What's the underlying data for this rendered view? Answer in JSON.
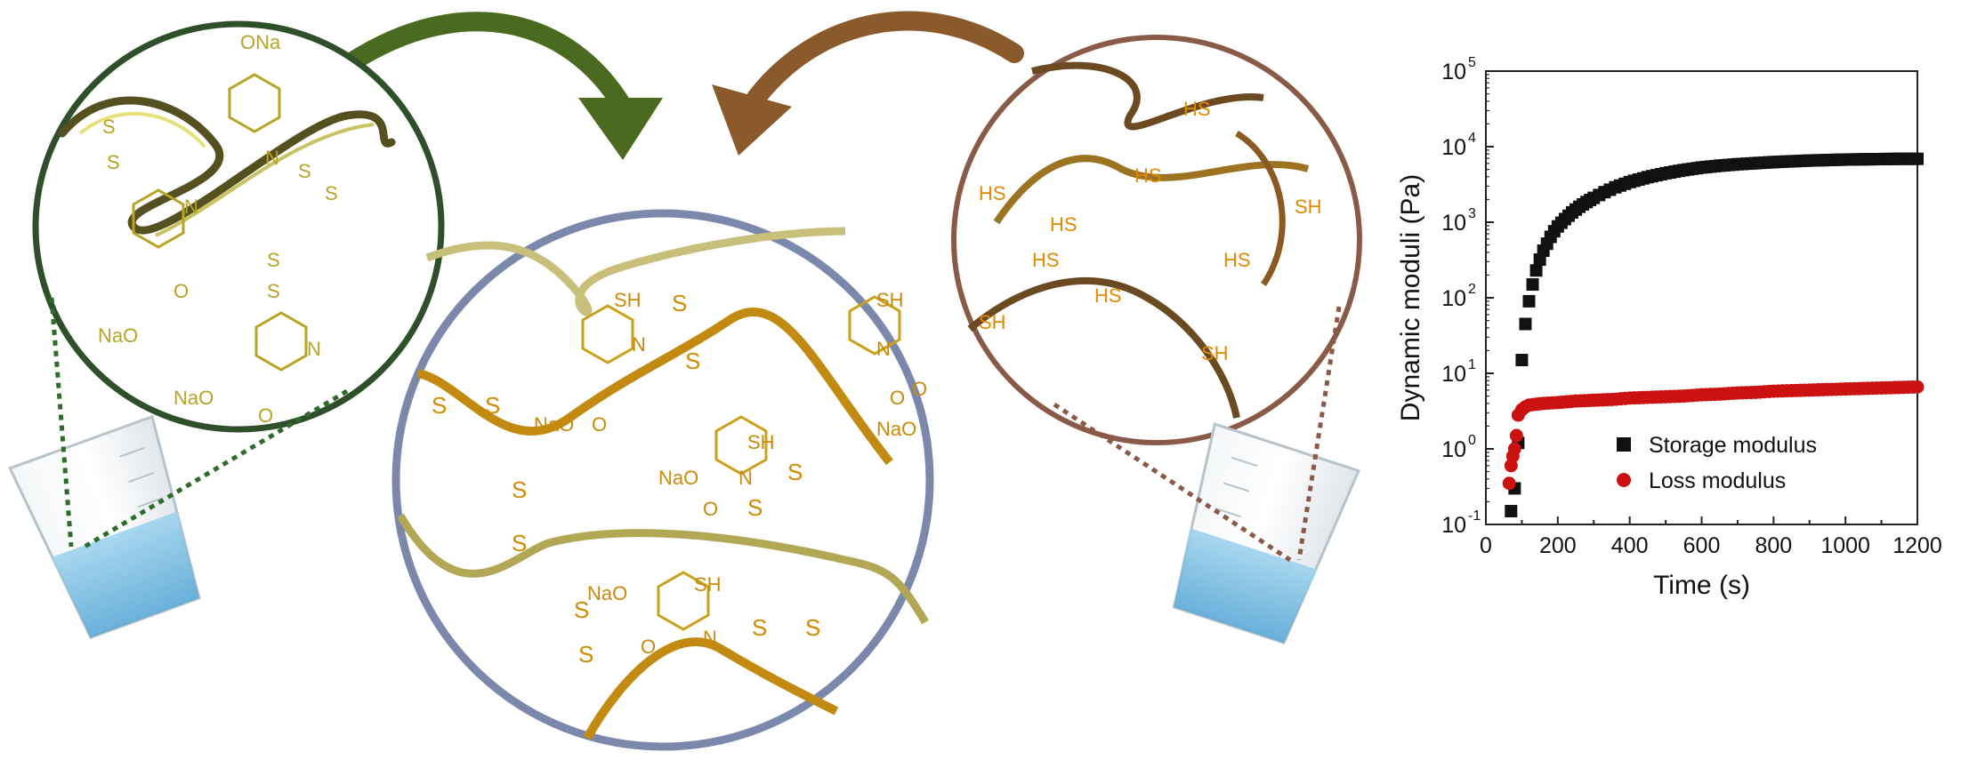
{
  "illustration": {
    "left_circle_labels": [
      "ONa",
      "S",
      "S",
      "N",
      "S",
      "S",
      "N",
      "NaO",
      "O",
      "S",
      "S",
      "N",
      "NaO",
      "O"
    ],
    "center_circle_labels": [
      "SH",
      "S",
      "S",
      "S",
      "S",
      "N",
      "NaO",
      "O",
      "SH",
      "N",
      "O",
      "NaO",
      "O",
      "S",
      "S",
      "S",
      "S",
      "SH",
      "N",
      "O",
      "NaO",
      "S",
      "S",
      "S",
      "S",
      "SH",
      "N",
      "O",
      "NaO"
    ],
    "right_circle_labels": [
      "HS",
      "HS",
      "HS",
      "SH",
      "HS",
      "HS",
      "HS",
      "SH",
      "HS",
      "SH"
    ]
  },
  "chart_data": {
    "type": "scatter",
    "title": "",
    "xlabel": "Time (s)",
    "ylabel": "Dynamic moduli (Pa)",
    "xlim": [
      0,
      1200
    ],
    "ylim_log10": [
      -1,
      5
    ],
    "yscale": "log",
    "x_ticks": [
      "0",
      "200",
      "400",
      "600",
      "800",
      "1000",
      "1200"
    ],
    "y_ticks": [
      {
        "base": "10",
        "exp": "-1"
      },
      {
        "base": "10",
        "exp": "0"
      },
      {
        "base": "10",
        "exp": "1"
      },
      {
        "base": "10",
        "exp": "2"
      },
      {
        "base": "10",
        "exp": "3"
      },
      {
        "base": "10",
        "exp": "4"
      },
      {
        "base": "10",
        "exp": "5"
      }
    ],
    "legend_position": "bottom-right",
    "series": [
      {
        "name": "Storage modulus",
        "color": "#111111",
        "marker": "square",
        "x": [
          70,
          80,
          90,
          100,
          110,
          120,
          130,
          140,
          150,
          160,
          170,
          180,
          190,
          200,
          220,
          240,
          260,
          280,
          300,
          330,
          360,
          400,
          450,
          500,
          550,
          600,
          650,
          700,
          750,
          800,
          850,
          900,
          950,
          1000,
          1050,
          1100,
          1150,
          1200
        ],
        "y": [
          0.15,
          0.3,
          1.2,
          15,
          45,
          90,
          150,
          230,
          320,
          420,
          520,
          640,
          760,
          880,
          1100,
          1350,
          1600,
          1850,
          2100,
          2500,
          2900,
          3400,
          3950,
          4450,
          4900,
          5300,
          5600,
          5850,
          6050,
          6250,
          6400,
          6550,
          6650,
          6750,
          6800,
          6850,
          6900,
          6900
        ]
      },
      {
        "name": "Loss modulus",
        "color": "#cc1111",
        "marker": "circle",
        "x": [
          65,
          70,
          75,
          80,
          85,
          90,
          100,
          110,
          120,
          140,
          160,
          200,
          250,
          300,
          350,
          400,
          450,
          500,
          550,
          600,
          650,
          700,
          750,
          800,
          850,
          900,
          950,
          1000,
          1050,
          1100,
          1150,
          1200
        ],
        "y": [
          0.35,
          0.6,
          0.8,
          1.0,
          1.5,
          2.8,
          3.3,
          3.6,
          3.8,
          3.9,
          4.0,
          4.1,
          4.3,
          4.4,
          4.5,
          4.7,
          4.8,
          4.9,
          5.0,
          5.2,
          5.3,
          5.5,
          5.6,
          5.8,
          5.9,
          6.0,
          6.1,
          6.2,
          6.3,
          6.4,
          6.5,
          6.6
        ]
      }
    ]
  }
}
